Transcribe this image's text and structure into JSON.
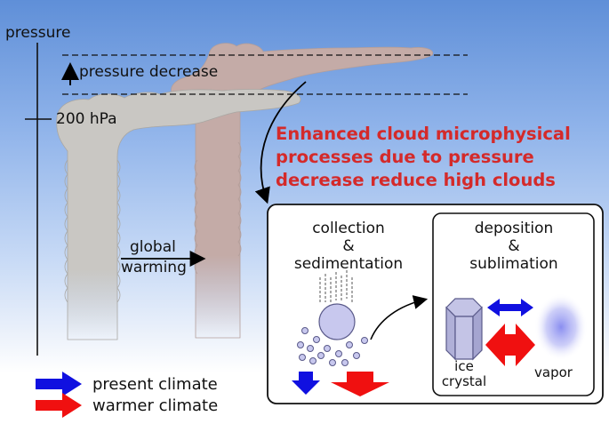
{
  "axis": {
    "label": "pressure",
    "tick_label": "200 hPa"
  },
  "annotations": {
    "pressure_decrease": "pressure decrease",
    "global_warming_line1": "global",
    "global_warming_line2": "warming"
  },
  "headline": {
    "line1": "Enhanced cloud microphysical",
    "line2": "processes due to pressure",
    "line3": "decrease reduce high clouds"
  },
  "panel": {
    "collection": {
      "line1": "collection",
      "line2": "&",
      "line3": "sedimentation"
    },
    "deposition": {
      "line1": "deposition",
      "line2": "&",
      "line3": "sublimation"
    },
    "ice_crystal": {
      "line1": "ice",
      "line2": "crystal"
    },
    "vapor": "vapor"
  },
  "legend": {
    "present": {
      "label": "present climate",
      "color": "#1010e0"
    },
    "warmer": {
      "label": "warmer climate",
      "color": "#f01010"
    }
  },
  "colors": {
    "headline": "#d42a2a",
    "cloud_present": "#c8c6c2",
    "cloud_warmer": "#c2aaa6"
  }
}
